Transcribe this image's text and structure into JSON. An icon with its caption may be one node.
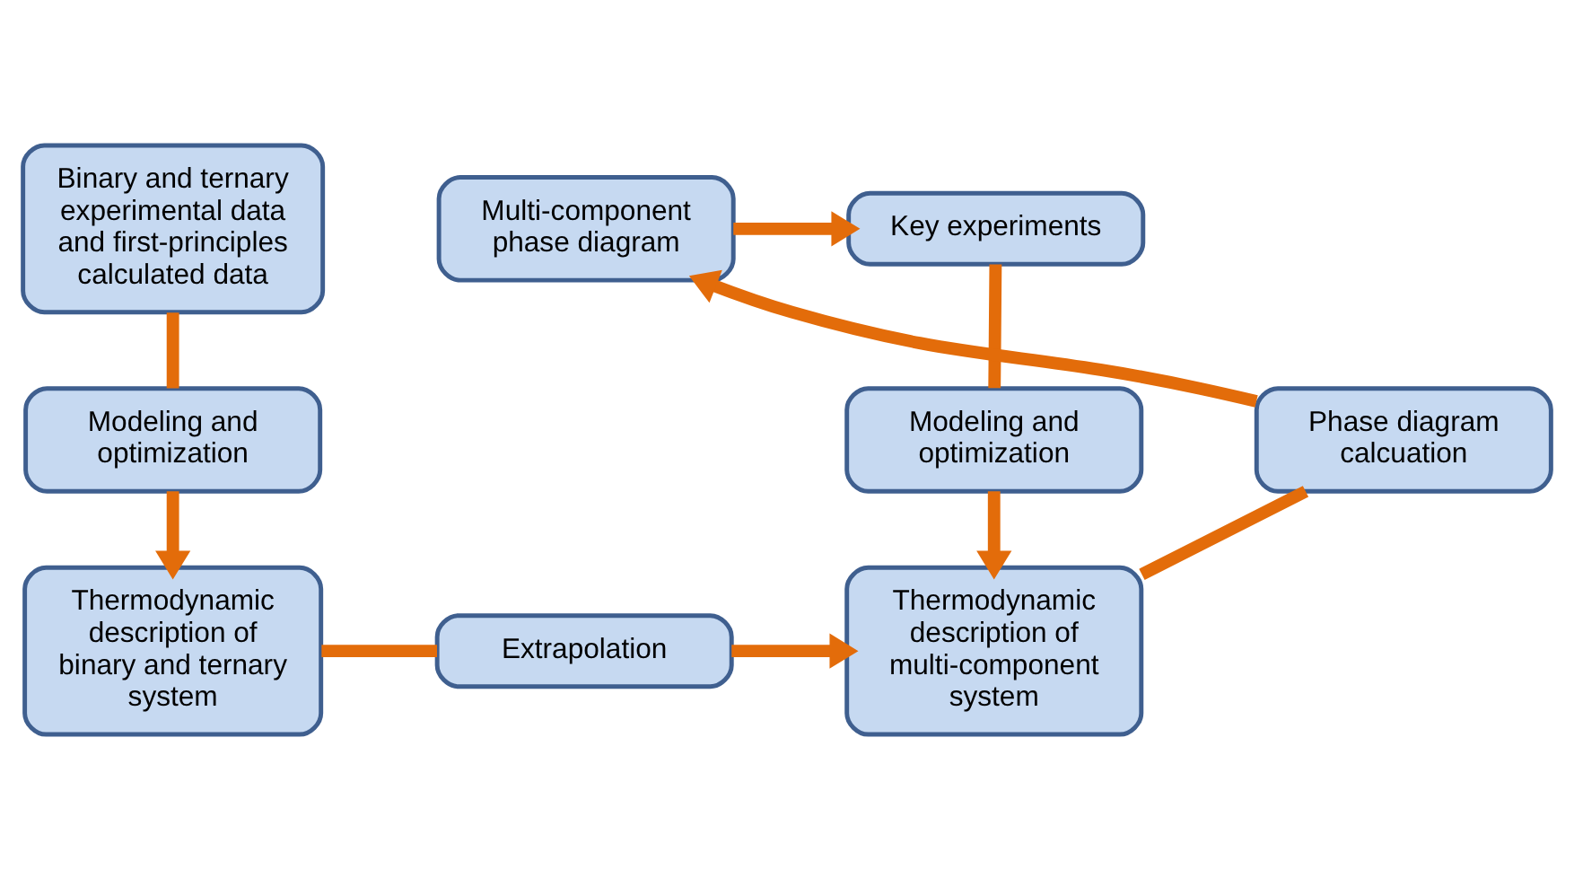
{
  "diagram": {
    "nodes": [
      {
        "text": [
          "Binary and ternary experimental data and first-principles calculated data"
        ]
      },
      {
        "text": [
          "Key experiments"
        ]
      },
      {
        "text": [
          "Multi-component phase diagram"
        ]
      },
      {
        "text": [
          "Modeling and optimization"
        ]
      },
      {
        "text": [
          "Modeling and optimization"
        ]
      },
      {
        "text": [
          "Phase diagram calcuation"
        ]
      },
      {
        "text": [
          "Thermodynamic description of binary and ternary system"
        ]
      },
      {
        "text": [
          "Extrapolation"
        ]
      },
      {
        "text": [
          "Thermodynamic description of multi-component system"
        ]
      }
    ],
    "edges": [
      {
        "from": 0,
        "to": 3,
        "arrow": "none"
      },
      {
        "from": 3,
        "to": 6,
        "arrow": "to"
      },
      {
        "from": 6,
        "to": 7,
        "arrow": "none"
      },
      {
        "from": 7,
        "to": 8,
        "arrow": "to"
      },
      {
        "from": 1,
        "to": 4,
        "arrow": "none"
      },
      {
        "from": 4,
        "to": 8,
        "arrow": "to"
      },
      {
        "from": 8,
        "to": 5,
        "arrow": "none"
      },
      {
        "from": 5,
        "to": 2,
        "arrow": "to"
      },
      {
        "from": 2,
        "to": 1,
        "arrow": "to"
      }
    ]
  }
}
